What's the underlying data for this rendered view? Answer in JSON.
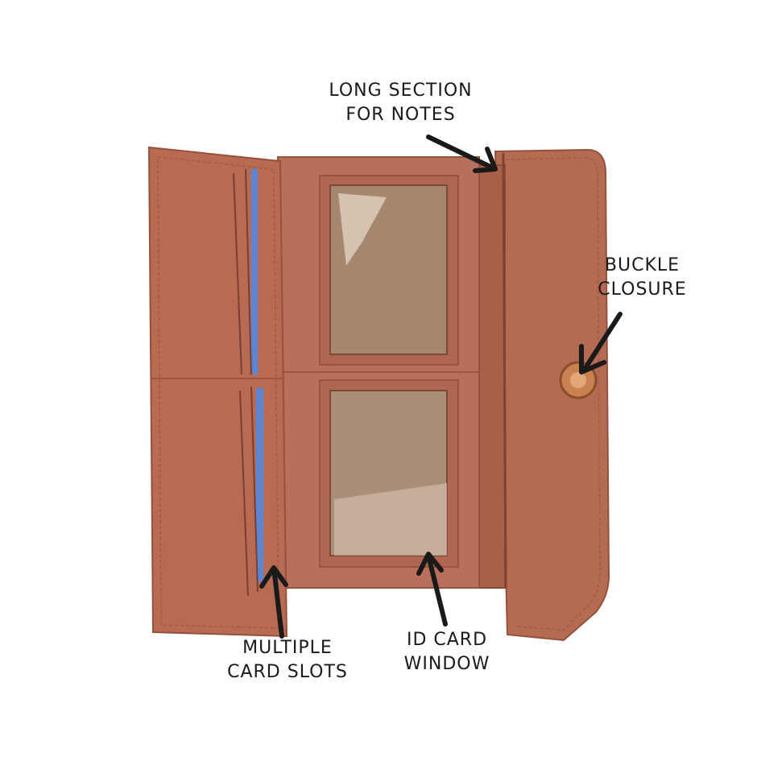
{
  "annotations": {
    "notes": {
      "line1": "LONG SECTION",
      "line2": "FOR NOTES"
    },
    "buckle": {
      "line1": "BUCKLE",
      "line2": "CLOSURE"
    },
    "cards": {
      "line1": "MULTIPLE",
      "line2": "CARD SLOTS"
    },
    "id_window": {
      "line1": "ID CARD",
      "line2": "WINDOW"
    }
  },
  "colors": {
    "leather": "#b86a52",
    "leather_dark": "#9a523d",
    "window_fill": "#a98a72",
    "card_blue": "#5b86d6",
    "buckle": "#c9824f",
    "arrow": "#1a1a1a"
  }
}
